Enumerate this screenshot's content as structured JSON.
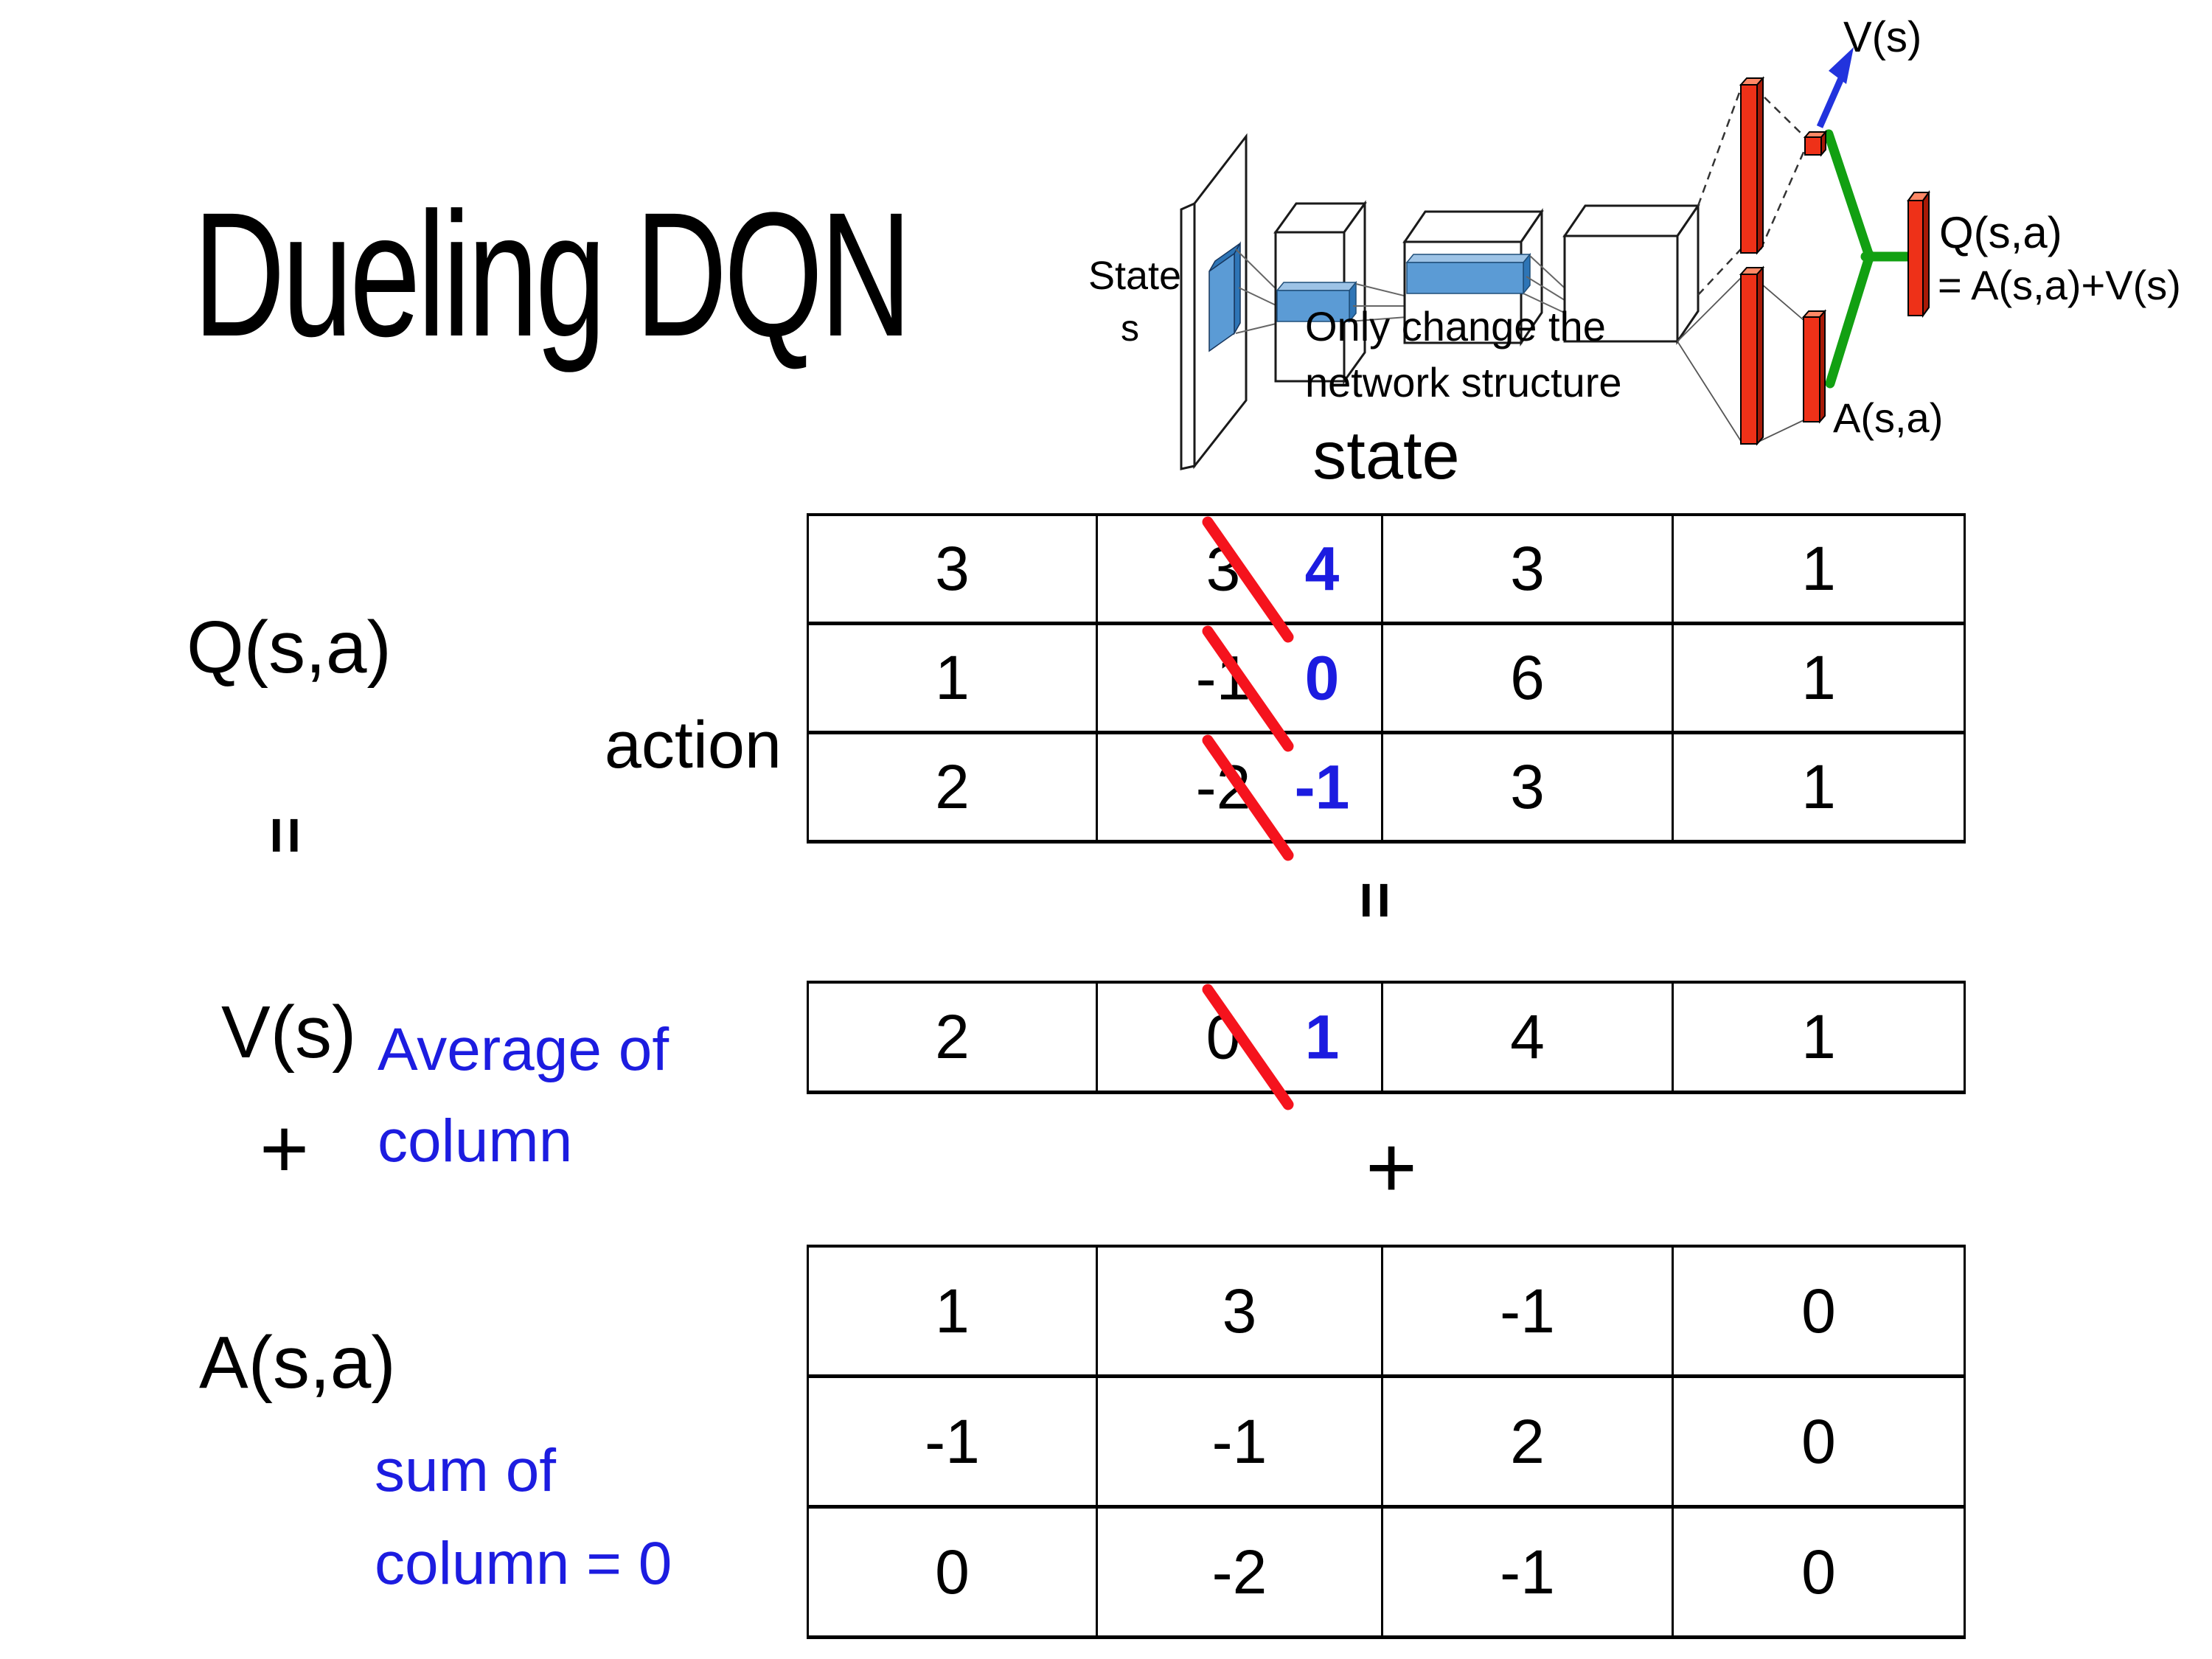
{
  "slide": {
    "title": "Dueling DQN"
  },
  "diagram": {
    "input_label_line1": "State",
    "input_label_line2": "s",
    "caption_line1": "Only change the",
    "caption_line2": "network structure",
    "v_out_label": "V(s)",
    "a_out_label": "A(s,a)",
    "q_out_label_line1": "Q(s,a)",
    "q_out_label_line2": "= A(s,a)+V(s)",
    "colors": {
      "bar_red": "#EE3118",
      "bar_red_dark": "#A81A08",
      "bar_red_light": "#FF8866",
      "feature_blue": "#5B9BD5",
      "feature_blue_dark": "#2E75B6",
      "feature_blue_light": "#9DC3E6",
      "branch_green": "#12A012",
      "arrow_blue": "#2233DD",
      "caption_blue": "#1C1CE0"
    }
  },
  "equation": {
    "state_label": "state",
    "action_label": "action",
    "q_label": "Q(s,a)",
    "v_label": "V(s)",
    "a_label": "A(s,a)",
    "equals": "=",
    "plus": "+",
    "avg_note_line1": "Average of",
    "avg_note_line2": "column",
    "sum_note_line1": "sum of",
    "sum_note_line2": "column = 0"
  },
  "tables": {
    "strike_color": "#F5131D",
    "replacement_color": "#1C1CE0",
    "q": {
      "rows": [
        [
          "3",
          "3",
          "3",
          "1"
        ],
        [
          "1",
          "-1",
          "6",
          "1"
        ],
        [
          "2",
          "-2",
          "3",
          "1"
        ]
      ],
      "replacements": [
        "4",
        "0",
        "-1"
      ]
    },
    "v": {
      "rows": [
        [
          "2",
          "0",
          "4",
          "1"
        ]
      ],
      "replacements": [
        "1"
      ]
    },
    "a": {
      "rows": [
        [
          "1",
          "3",
          "-1",
          "0"
        ],
        [
          "-1",
          "-1",
          "2",
          "0"
        ],
        [
          "0",
          "-2",
          "-1",
          "0"
        ]
      ]
    }
  }
}
